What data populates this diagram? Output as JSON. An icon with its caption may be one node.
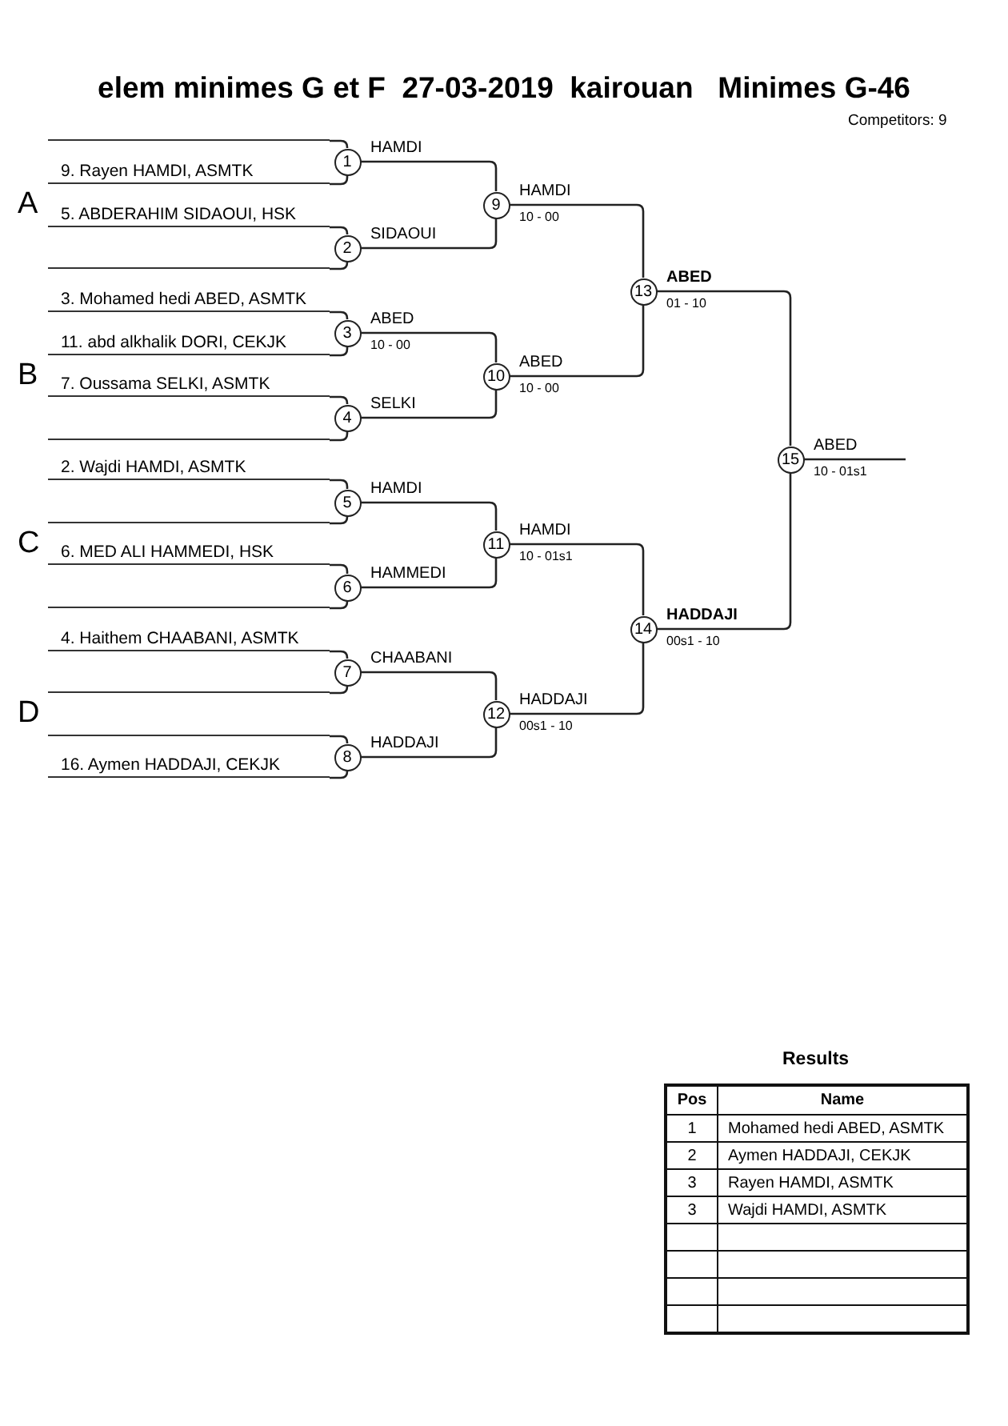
{
  "diagram": {
    "title": "elem minimes G et F  27-03-2019  kairouan   Minimes G-46",
    "nodes": [
      {
        "text": [],
        "shape": "bar"
      },
      {
        "text": [
          "9. Rayen HAMDI, ASMTK"
        ]
      },
      {
        "text": [
          "5. ABDERAHIM SIDAOUI, HSK"
        ]
      },
      {
        "text": [],
        "shape": "bar"
      },
      {
        "text": [
          "3. Mohamed hedi ABED, ASMTK"
        ]
      },
      {
        "text": [
          "11. abd alkhalik DORI, CEKJK"
        ]
      },
      {
        "text": [
          "7. Oussama SELKI, ASMTK"
        ]
      },
      {
        "text": [],
        "shape": "bar"
      },
      {
        "text": [
          "2. Wajdi HAMDI, ASMTK"
        ]
      },
      {
        "text": [],
        "shape": "bar"
      },
      {
        "text": [
          "6. MED ALI HAMMEDI, HSK"
        ]
      },
      {
        "text": [],
        "shape": "bar"
      },
      {
        "text": [
          "4. Haithem CHAABANI, ASMTK"
        ]
      },
      {
        "text": [],
        "shape": "bar"
      },
      {
        "text": [],
        "shape": "bar"
      },
      {
        "text": [
          "16. Aymen HADDAJI, CEKJK"
        ]
      },
      {
        "text": [
          "1"
        ]
      },
      {
        "text": [
          "2"
        ]
      },
      {
        "text": [
          "3"
        ],
        "beside": [
          "10 - 00"
        ]
      },
      {
        "text": [
          "4"
        ]
      },
      {
        "text": [
          "5"
        ]
      },
      {
        "text": [
          "6"
        ]
      },
      {
        "text": [
          "7"
        ]
      },
      {
        "text": [
          "8"
        ]
      },
      {
        "text": [
          "9"
        ],
        "beside": [
          "10 - 00"
        ]
      },
      {
        "text": [
          "10"
        ],
        "beside": [
          "10 - 00"
        ]
      },
      {
        "text": [
          "11"
        ],
        "beside": [
          "10 - 01s1"
        ]
      },
      {
        "text": [
          "12"
        ],
        "beside": [
          "00s1 - 10"
        ]
      },
      {
        "text": [
          "13"
        ],
        "beside": [
          "01 - 10"
        ]
      },
      {
        "text": [
          "14"
        ],
        "beside": [
          "00s1 - 10"
        ]
      },
      {
        "text": [
          "15"
        ],
        "beside": [
          "10 - 01s1"
        ]
      }
    ],
    "edges": [
      {
        "from": 0,
        "to": 16,
        "arrow": "none"
      },
      {
        "from": 1,
        "to": 16,
        "arrow": "none"
      },
      {
        "from": 2,
        "to": 17,
        "arrow": "none"
      },
      {
        "from": 3,
        "to": 17,
        "arrow": "none"
      },
      {
        "from": 4,
        "to": 18,
        "arrow": "none"
      },
      {
        "from": 5,
        "to": 18,
        "arrow": "none"
      },
      {
        "from": 6,
        "to": 19,
        "arrow": "none"
      },
      {
        "from": 7,
        "to": 19,
        "arrow": "none"
      },
      {
        "from": 8,
        "to": 20,
        "arrow": "none"
      },
      {
        "from": 9,
        "to": 20,
        "arrow": "none"
      },
      {
        "from": 10,
        "to": 21,
        "arrow": "none"
      },
      {
        "from": 11,
        "to": 21,
        "arrow": "none"
      },
      {
        "from": 12,
        "to": 22,
        "arrow": "none"
      },
      {
        "from": 13,
        "to": 22,
        "arrow": "none"
      },
      {
        "from": 14,
        "to": 23,
        "arrow": "none"
      },
      {
        "from": 15,
        "to": 23,
        "arrow": "none"
      },
      {
        "from": 16,
        "to": 24,
        "arrow": "none",
        "label": "HAMDI"
      },
      {
        "from": 17,
        "to": 24,
        "arrow": "none",
        "label": "SIDAOUI"
      },
      {
        "from": 18,
        "to": 25,
        "arrow": "none",
        "label": "ABED"
      },
      {
        "from": 19,
        "to": 25,
        "arrow": "none",
        "label": "SELKI"
      },
      {
        "from": 20,
        "to": 26,
        "arrow": "none",
        "label": "HAMDI"
      },
      {
        "from": 21,
        "to": 26,
        "arrow": "none",
        "label": "HAMMEDI"
      },
      {
        "from": 22,
        "to": 27,
        "arrow": "none",
        "label": "CHAABANI"
      },
      {
        "from": 23,
        "to": 27,
        "arrow": "none",
        "label": "HADDAJI"
      },
      {
        "from": 24,
        "to": 28,
        "arrow": "none",
        "label": "HAMDI"
      },
      {
        "from": 25,
        "to": 28,
        "arrow": "none",
        "label": "ABED"
      },
      {
        "from": 26,
        "to": 29,
        "arrow": "none",
        "label": "HAMDI"
      },
      {
        "from": 27,
        "to": 29,
        "arrow": "none",
        "label": "HADDAJI"
      },
      {
        "from": 28,
        "to": 30,
        "arrow": "none",
        "label": "ABED"
      },
      {
        "from": 29,
        "to": 30,
        "arrow": "none",
        "label": "HADDAJI"
      },
      {
        "from": 30,
        "to": null,
        "arrow": "none",
        "label": "ABED"
      }
    ],
    "labels": [
      "Competitors: 9",
      "A",
      "B",
      "C",
      "D",
      "Results",
      "Pos",
      "Name",
      "1",
      "Mohamed hedi ABED, ASMTK",
      "2",
      "Aymen HADDAJI, CEKJK",
      "3",
      "Rayen HAMDI, ASMTK",
      "3",
      "Wajdi HAMDI, ASMTK"
    ]
  }
}
